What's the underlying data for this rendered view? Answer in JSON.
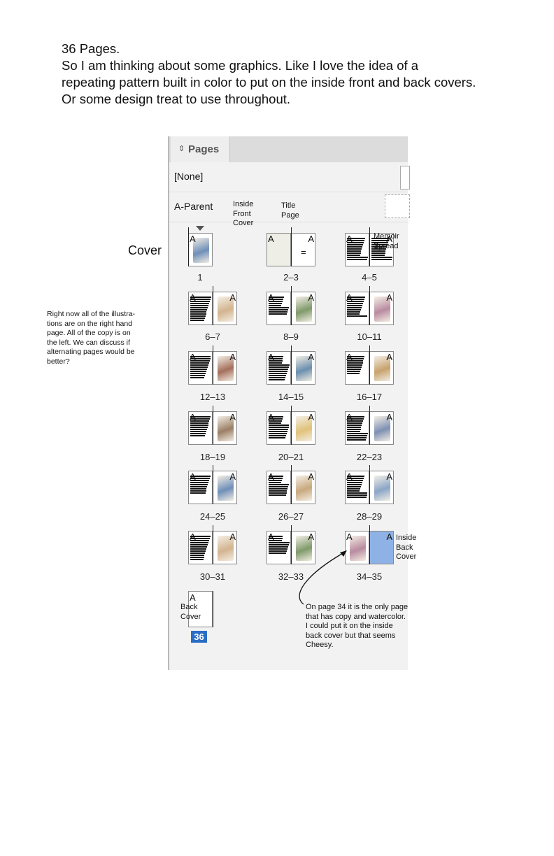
{
  "intro": {
    "line1": "36 Pages.",
    "line2": "So I am thinking about some graphics. Like I love the idea of a",
    "line3": "repeating pattern built in color to put on the inside front and back covers.",
    "line4": "Or some design treat to use throughout."
  },
  "panel": {
    "tab_label": "Pages",
    "none_label": "[None]",
    "parent_label": "A-Parent",
    "selected_page": "36",
    "spreads": [
      {
        "label": "1"
      },
      {
        "label": "2–3"
      },
      {
        "label": "4–5"
      },
      {
        "label": "6–7"
      },
      {
        "label": "8–9"
      },
      {
        "label": "10–11"
      },
      {
        "label": "12–13"
      },
      {
        "label": "14–15"
      },
      {
        "label": "16–17"
      },
      {
        "label": "18–19"
      },
      {
        "label": "20–21"
      },
      {
        "label": "22–23"
      },
      {
        "label": "24–25"
      },
      {
        "label": "26–27"
      },
      {
        "label": "28–29"
      },
      {
        "label": "30–31"
      },
      {
        "label": "32–33"
      },
      {
        "label": "34–35"
      }
    ],
    "parent_letter": "A",
    "equals_glyph": "="
  },
  "annotations": {
    "inside_front": [
      "Inside",
      "Front",
      "Cover"
    ],
    "title_page": [
      "Title",
      "Page"
    ],
    "memoir": [
      "Memoir",
      "Spread"
    ],
    "cover": "Cover",
    "illustrations_note": [
      "Right now all of the illustra-",
      "tions are on the right hand",
      "page. All of the copy is on",
      "the left. We can discuss if",
      "alternating pages would be",
      "better?"
    ],
    "inside_back": [
      "Inside",
      "Back",
      "Cover"
    ],
    "back_cover": [
      "Back",
      "Cover"
    ],
    "page34_note": [
      "On page 34 it is the only page",
      "that has copy and watercolor.",
      "I could put it on the inside",
      "back cover but that seems",
      "Cheesy."
    ]
  },
  "colors": {
    "selected": "#2b6cc4",
    "inside_back_cover": "#8fb2e6"
  }
}
